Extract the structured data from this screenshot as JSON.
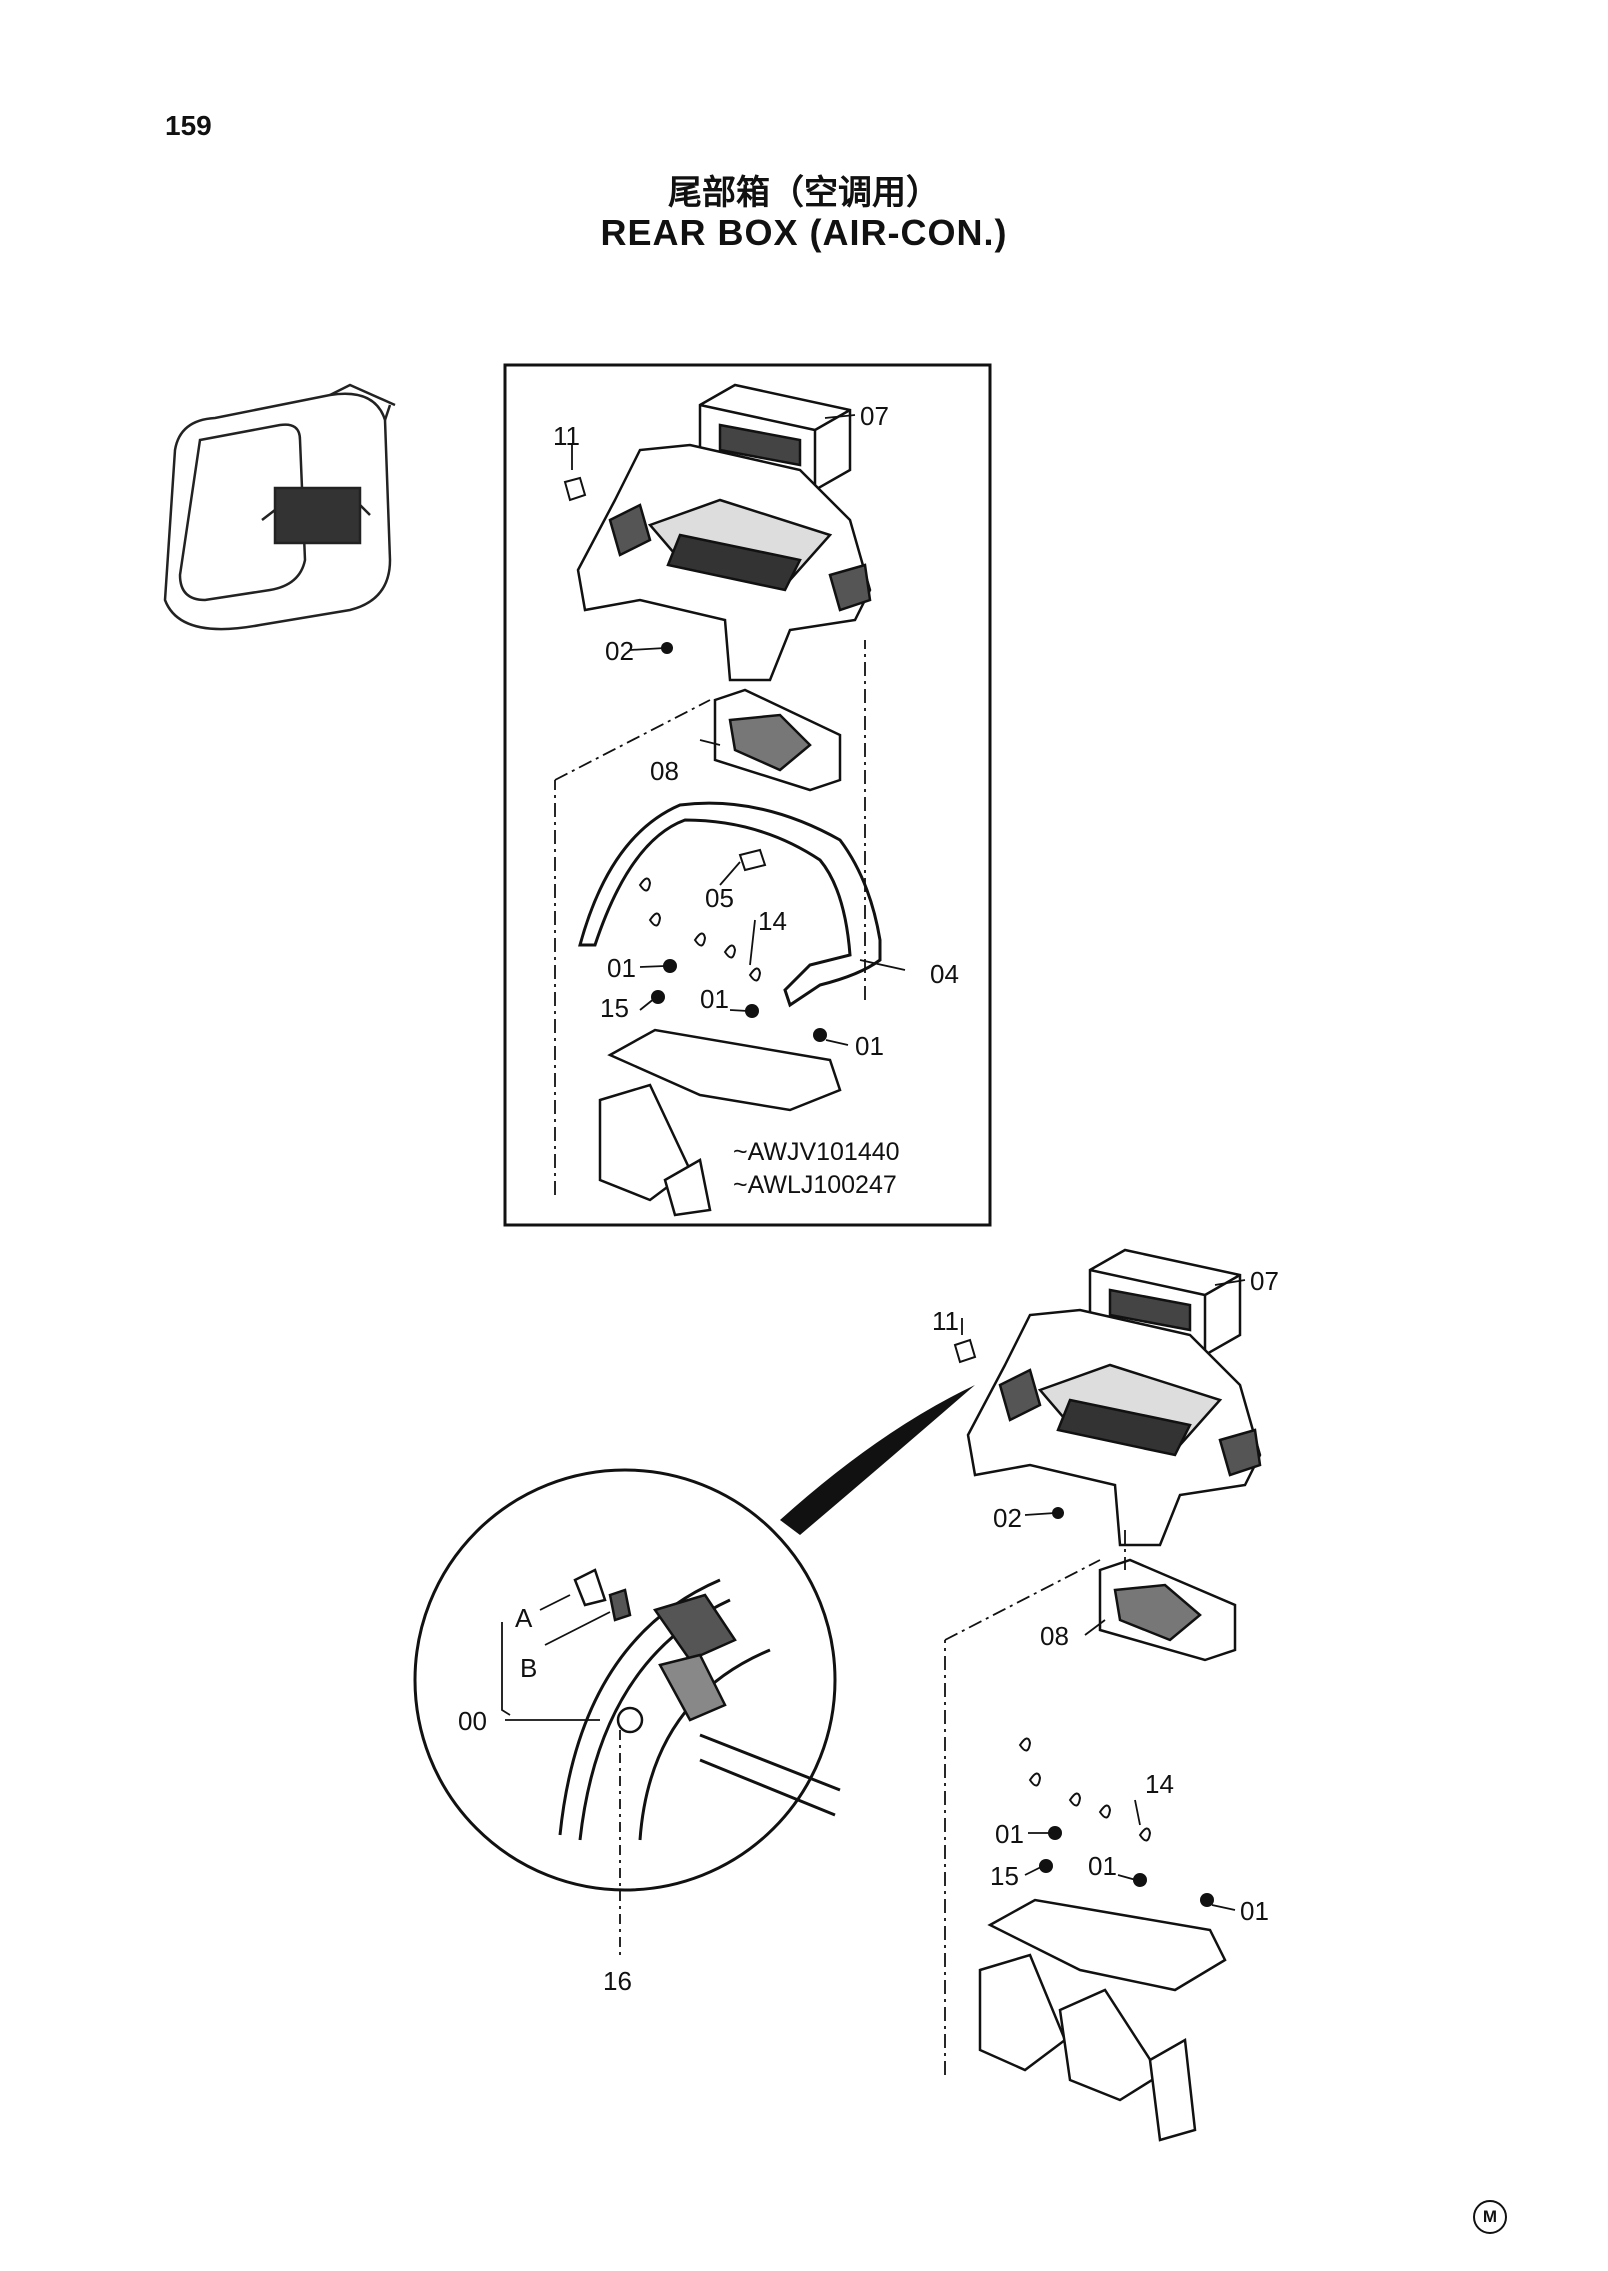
{
  "page": {
    "number": "159",
    "title_cn": "尾部箱（空调用）",
    "title_en": "REAR BOX (AIR-CON.)"
  },
  "upper_view": {
    "labels": {
      "p07": "07",
      "p11": "11",
      "p02": "02",
      "p08": "08",
      "p05": "05",
      "p14": "14",
      "p01a": "01",
      "p04": "04",
      "p15": "15",
      "p01b": "01",
      "p01c": "01"
    },
    "serials": [
      "~AWJV101440",
      "~AWLJ100247"
    ]
  },
  "lower_view": {
    "labels": {
      "p07": "07",
      "p11": "11",
      "p02": "02",
      "p08": "08",
      "p14": "14",
      "p01a": "01",
      "p15": "15",
      "p01b": "01",
      "p01c": "01"
    }
  },
  "detail_view": {
    "labels": {
      "a": "A",
      "b": "B",
      "p00": "00",
      "p16": "16"
    }
  },
  "corner_mark": "M"
}
